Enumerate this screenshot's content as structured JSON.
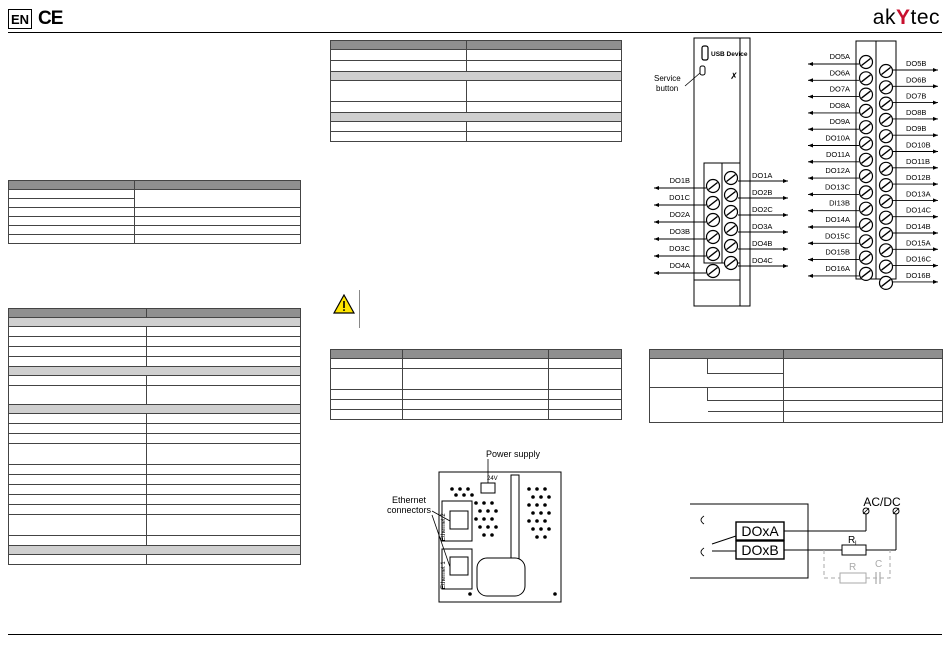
{
  "header": {
    "lang": "EN",
    "ce_mark": "CE",
    "brand_left": "ak",
    "brand_mid": "Y",
    "brand_right": "tec"
  },
  "module_labels": {
    "usb": "USB Device",
    "service": "Service\nbutton",
    "left_terms": [
      "DO1B",
      "DO1C",
      "DO2A",
      "DO3B",
      "DO3C",
      "DO4A"
    ],
    "center_terms": [
      "DO1A",
      "DO2B",
      "DO2C",
      "DO3A",
      "DO4B",
      "DO4C"
    ],
    "right_inner": [
      "DO5A",
      "DO6A",
      "DO7A",
      "DO8A",
      "DO9A",
      "DO10A",
      "DO11A",
      "DO12A",
      "DO13C",
      "DI13B",
      "DO14A",
      "DO15C",
      "DO15B",
      "DO16A"
    ],
    "right_outer": [
      "DO5B",
      "DO6B",
      "DO7B",
      "DO8B",
      "DO9B",
      "DO10B",
      "DO11B",
      "DO12B",
      "DO13A",
      "DO14C",
      "DO14B",
      "DO15A",
      "DO16C",
      "DO16B"
    ]
  },
  "device_labels": {
    "power": "Power supply",
    "ethernet": "Ethernet\nconnectors",
    "eth1": "Ethernet 1",
    "eth2": "Ethernet 2",
    "voltage": "24V"
  },
  "circuit": {
    "doxa": "DOxA",
    "doxb": "DOxB",
    "acdc": "AC/DC",
    "rl": "R",
    "rl_sub": "L",
    "r": "R",
    "c": "C"
  },
  "colors": {
    "warn_fill": "#ffe600",
    "header_fill": "#8f8f8f",
    "section_fill": "#cfcfcf",
    "brand_accent": "#c8102e"
  }
}
